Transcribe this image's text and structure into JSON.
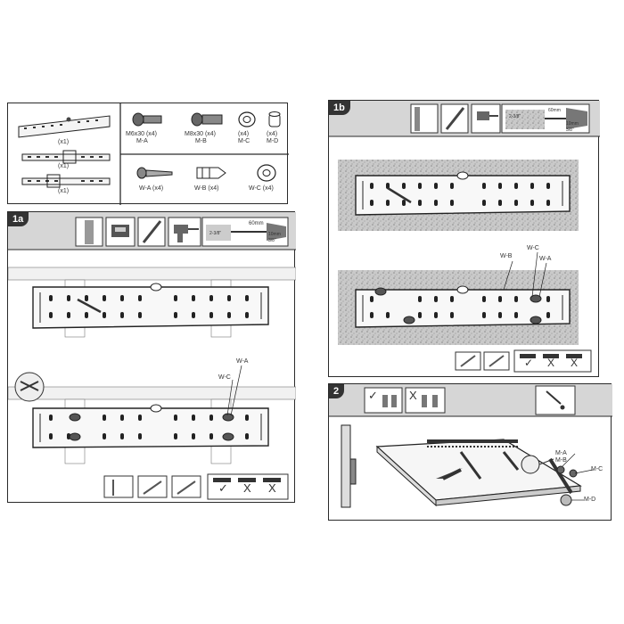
{
  "parts": {
    "plate_qty": "(x1)",
    "arm_left_qty": "(x1)",
    "arm_right_qty": "(x1)",
    "screws": [
      {
        "size": "M6x30 (x4)",
        "code": "M-A"
      },
      {
        "size": "M8x30 (x4)",
        "code": "M-B"
      },
      {
        "size": "(x4)",
        "code": "M-C"
      },
      {
        "size": "(x4)",
        "code": "M-D"
      }
    ],
    "wall_hardware": [
      {
        "label": "W-A (x4)"
      },
      {
        "label": "W-B (x4)"
      },
      {
        "label": "W-C (x4)"
      }
    ]
  },
  "step_1a": {
    "tag": "1a",
    "drill_depth": "60mm",
    "drill_depth_in": "2-3/8\"",
    "drill_size": "10mm",
    "drill_size_in": "3/8\"",
    "callouts": [
      "W-A",
      "W-C"
    ],
    "options": [
      "✓",
      "X",
      "X"
    ]
  },
  "step_1b": {
    "tag": "1b",
    "drill_depth": "60mm",
    "drill_depth_in": "2-3/8\"",
    "drill_size": "10mm",
    "drill_size_in": "3/8\"",
    "callouts": [
      "W-B",
      "W-C",
      "W-A"
    ],
    "options": [
      "✓",
      "X",
      "X"
    ]
  },
  "step_2": {
    "tag": "2",
    "ok": "✓",
    "wrong": "X",
    "callouts": [
      "M-A",
      "M-B",
      "M-C",
      "M-D"
    ]
  },
  "colors": {
    "panel_border": "#2a2a2a",
    "tag_bg": "#333333",
    "header_bg": "#d6d6d6",
    "wall_texture": "#bdbdbd"
  }
}
